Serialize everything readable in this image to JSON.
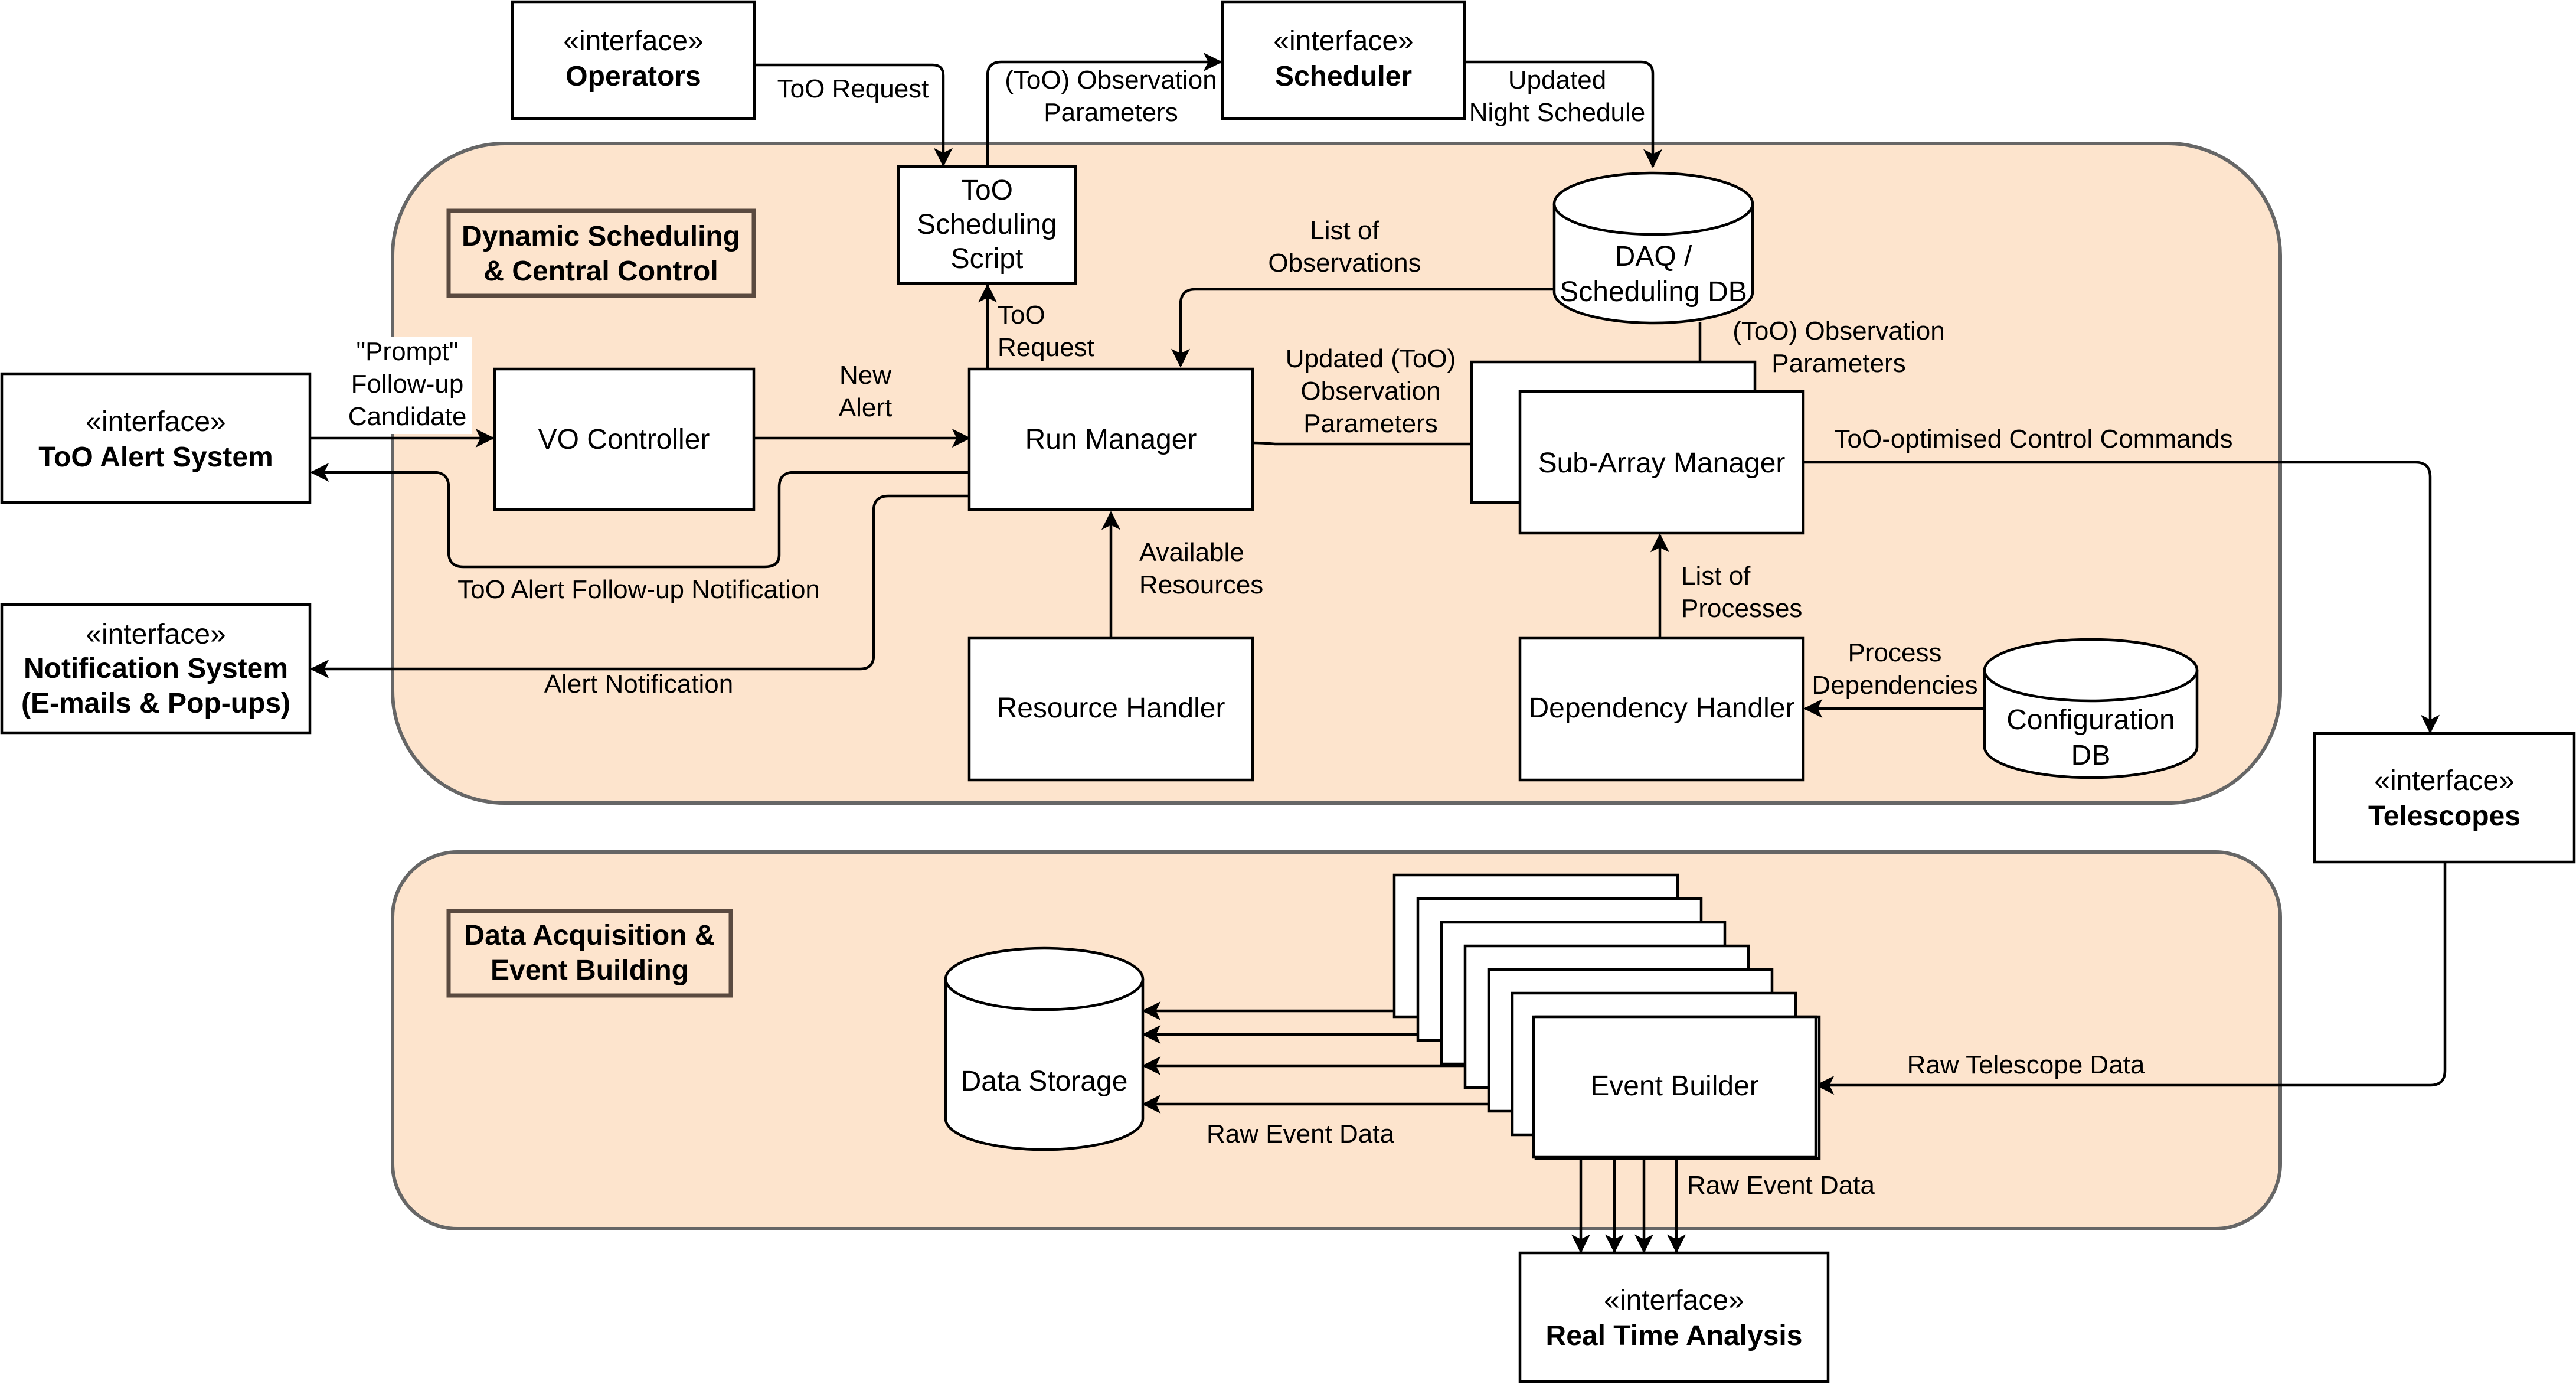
{
  "regions": {
    "scheduling": {
      "title_line1": "Dynamic Scheduling",
      "title_line2": "& Central Control"
    },
    "daq": {
      "title_line1": "Data Acquisition &",
      "title_line2": "Event Building"
    }
  },
  "interfaces": {
    "stereotype": "«interface»",
    "operators": "Operators",
    "scheduler": "Scheduler",
    "too_alert_system": "ToO Alert System",
    "notification_line1": "Notification System",
    "notification_line2": "(E-mails & Pop-ups)",
    "telescopes": "Telescopes",
    "real_time_analysis": "Real Time Analysis"
  },
  "nodes": {
    "too_script_line1": "ToO",
    "too_script_line2": "Scheduling",
    "too_script_line3": "Script",
    "vo_controller": "VO Controller",
    "run_manager": "Run Manager",
    "resource_handler": "Resource Handler",
    "sub_array_manager": "Sub-Array Manager",
    "dependency_handler": "Dependency Handler",
    "event_builder": "Event Builder",
    "daq_db_line1": "DAQ /",
    "daq_db_line2": "Scheduling DB",
    "config_db_line1": "Configuration",
    "config_db_line2": "DB",
    "data_storage": "Data Storage"
  },
  "edges": {
    "too_request_top": "ToO Request",
    "obs_params_top_line1": "(ToO) Observation",
    "obs_params_top_line2": "Parameters",
    "updated_night_line1": "Updated",
    "updated_night_line2": "Night Schedule",
    "list_obs_line1": "List of",
    "list_obs_line2": "Observations",
    "too_request_inner_line1": "ToO",
    "too_request_inner_line2": "Request",
    "prompt_line1": "\"Prompt\"",
    "prompt_line2": "Follow-up",
    "prompt_line3": "Candidate",
    "new_alert_line1": "New",
    "new_alert_line2": "Alert",
    "updated_obs_line1": "Updated (ToO)",
    "updated_obs_line2": "Observation",
    "updated_obs_line3": "Parameters",
    "obs_params_db_line1": "(ToO) Observation",
    "obs_params_db_line2": "Parameters",
    "control_commands": "ToO-optimised Control Commands",
    "followup_notification": "ToO Alert Follow-up Notification",
    "available_line1": "Available",
    "available_line2": "Resources",
    "list_proc_line1": "List of",
    "list_proc_line2": "Processes",
    "proc_dep_line1": "Process",
    "proc_dep_line2": "Dependencies",
    "alert_notification": "Alert Notification",
    "raw_telescope_data": "Raw Telescope Data",
    "raw_event_data_left": "Raw Event Data",
    "raw_event_data_down": "Raw Event Data"
  },
  "colors": {
    "region_fill": "#fde4cd",
    "region_stroke": "#666666",
    "title_stroke": "#5a4a40",
    "line": "#000000"
  }
}
